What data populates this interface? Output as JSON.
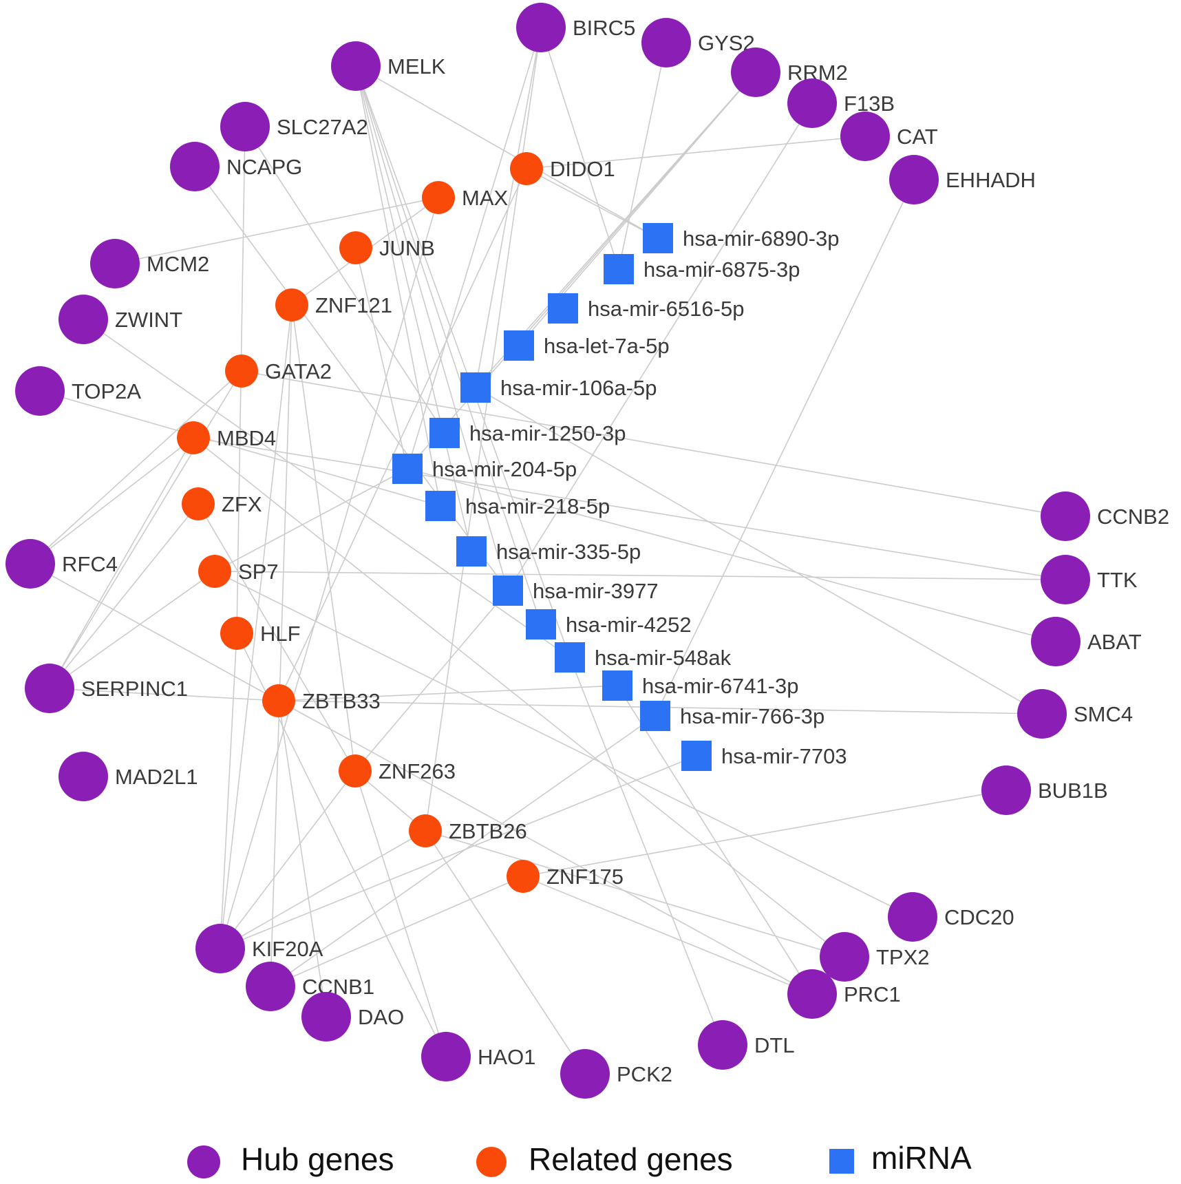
{
  "colors": {
    "hub": "#8b1fb5",
    "related": "#fa4a0a",
    "mirna": "#2b72f4",
    "edge": "#cccccc",
    "label": "#3a3a3a"
  },
  "legend": {
    "hub_label": "Hub genes",
    "related_label": "Related genes",
    "mirna_label": "miRNA"
  },
  "hub_genes": [
    "BIRC5",
    "GYS2",
    "RRM2",
    "F13B",
    "CAT",
    "EHHADH",
    "MELK",
    "SLC27A2",
    "NCAPG",
    "MCM2",
    "ZWINT",
    "TOP2A",
    "RFC4",
    "SERPINC1",
    "MAD2L1",
    "KIF20A",
    "CCNB1",
    "DAO",
    "HAO1",
    "PCK2",
    "DTL",
    "PRC1",
    "TPX2",
    "CDC20",
    "BUB1B",
    "SMC4",
    "ABAT",
    "TTK",
    "CCNB2"
  ],
  "related_genes": [
    "DIDO1",
    "MAX",
    "JUNB",
    "ZNF121",
    "GATA2",
    "MBD4",
    "ZFX",
    "SP7",
    "HLF",
    "ZBTB33",
    "ZNF263",
    "ZBTB26",
    "ZNF175"
  ],
  "mirnas": [
    "hsa-mir-6890-3p",
    "hsa-mir-6875-3p",
    "hsa-mir-6516-5p",
    "hsa-let-7a-5p",
    "hsa-mir-106a-5p",
    "hsa-mir-1250-3p",
    "hsa-mir-204-5p",
    "hsa-mir-218-5p",
    "hsa-mir-335-5p",
    "hsa-mir-3977",
    "hsa-mir-4252",
    "hsa-mir-548ak",
    "hsa-mir-6741-3p",
    "hsa-mir-766-3p",
    "hsa-mir-7703"
  ],
  "edges": [
    [
      "MELK",
      "hsa-mir-6890-3p"
    ],
    [
      "MELK",
      "hsa-mir-218-5p"
    ],
    [
      "MELK",
      "hsa-mir-3977"
    ],
    [
      "MELK",
      "hsa-mir-4252"
    ],
    [
      "MELK",
      "hsa-mir-548ak"
    ],
    [
      "MELK",
      "hsa-mir-335-5p"
    ],
    [
      "BIRC5",
      "hsa-mir-106a-5p"
    ],
    [
      "BIRC5",
      "hsa-mir-204-5p"
    ],
    [
      "BIRC5",
      "hsa-mir-6875-3p"
    ],
    [
      "BIRC5",
      "ZBTB26"
    ],
    [
      "GYS2",
      "hsa-mir-6875-3p"
    ],
    [
      "RRM2",
      "hsa-mir-106a-5p"
    ],
    [
      "RRM2",
      "hsa-mir-204-5p"
    ],
    [
      "RRM2",
      "hsa-let-7a-5p"
    ],
    [
      "F13B",
      "hsa-mir-3977"
    ],
    [
      "CAT",
      "DIDO1"
    ],
    [
      "EHHADH",
      "hsa-mir-766-3p"
    ],
    [
      "SLC27A2",
      "hsa-mir-1250-3p"
    ],
    [
      "SLC27A2",
      "HLF"
    ],
    [
      "NCAPG",
      "hsa-mir-3977"
    ],
    [
      "MCM2",
      "MAX"
    ],
    [
      "ZWINT",
      "hsa-mir-548ak"
    ],
    [
      "TOP2A",
      "hsa-mir-218-5p"
    ],
    [
      "DIDO1",
      "hsa-mir-6890-3p"
    ],
    [
      "DIDO1",
      "ZBTB33"
    ],
    [
      "MAX",
      "ZNF121"
    ],
    [
      "MAX",
      "KIF20A"
    ],
    [
      "JUNB",
      "hsa-mir-204-5p"
    ],
    [
      "ZNF121",
      "ZNF263"
    ],
    [
      "ZNF121",
      "KIF20A"
    ],
    [
      "ZNF121",
      "CCNB1"
    ],
    [
      "GATA2",
      "CCNB2"
    ],
    [
      "GATA2",
      "RFC4"
    ],
    [
      "GATA2",
      "SERPINC1"
    ],
    [
      "MBD4",
      "TTK"
    ],
    [
      "MBD4",
      "RFC4"
    ],
    [
      "MBD4",
      "SERPINC1"
    ],
    [
      "MBD4",
      "TPX2"
    ],
    [
      "ZFX",
      "SERPINC1"
    ],
    [
      "ZFX",
      "ZNF263"
    ],
    [
      "SP7",
      "TTK"
    ],
    [
      "SP7",
      "SERPINC1"
    ],
    [
      "SP7",
      "hsa-mir-204-5p"
    ],
    [
      "SP7",
      "CDC20"
    ],
    [
      "HLF",
      "KIF20A"
    ],
    [
      "HLF",
      "HAO1"
    ],
    [
      "ZBTB33",
      "SERPINC1"
    ],
    [
      "ZBTB33",
      "hsa-mir-6741-3p"
    ],
    [
      "ZBTB33",
      "SMC4"
    ],
    [
      "ZBTB33",
      "PRC1"
    ],
    [
      "ZBTB33",
      "DAO"
    ],
    [
      "ZBTB33",
      "RFC4"
    ],
    [
      "ZNF263",
      "hsa-mir-3977"
    ],
    [
      "ZNF263",
      "HAO1"
    ],
    [
      "ZNF263",
      "KIF20A"
    ],
    [
      "ZNF263",
      "ZBTB26"
    ],
    [
      "ZBTB26",
      "PCK2"
    ],
    [
      "ZBTB26",
      "TPX2"
    ],
    [
      "ZBTB26",
      "KIF20A"
    ],
    [
      "ZNF175",
      "BUB1B"
    ],
    [
      "ZNF175",
      "CCNB1"
    ],
    [
      "ZNF175",
      "PRC1"
    ],
    [
      "hsa-mir-766-3p",
      "CCNB1"
    ],
    [
      "hsa-mir-7703",
      "KIF20A"
    ],
    [
      "hsa-mir-548ak",
      "DTL"
    ],
    [
      "hsa-mir-6741-3p",
      "PRC1"
    ],
    [
      "hsa-mir-106a-5p",
      "SMC4"
    ],
    [
      "hsa-mir-204-5p",
      "ABAT"
    ]
  ]
}
